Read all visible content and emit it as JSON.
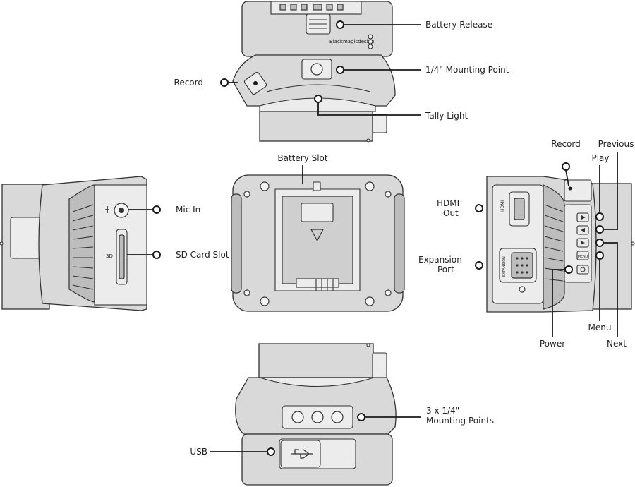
{
  "labels": {
    "battery_release": "Battery Release",
    "mounting_point": "1/4\" Mounting Point",
    "tally_light": "Tally Light",
    "record_top": "Record",
    "battery_slot": "Battery Slot",
    "mic_in": "Mic In",
    "sd_card_slot": "SD Card Slot",
    "record_right": "Record",
    "previous": "Previous",
    "play": "Play",
    "hdmi_out_line1": "HDMI",
    "hdmi_out_line2": "Out",
    "expansion_port_line1": "Expansion",
    "expansion_port_line2": "Port",
    "power": "Power",
    "menu": "Menu",
    "next": "Next",
    "mounting_points_line1": "3 x 1/4\"",
    "mounting_points_line2": "Mounting Points",
    "usb": "USB"
  },
  "device_text": {
    "brand": "Blackmagicdesign",
    "sd": "SD",
    "hdmi": "HDMI",
    "expansion": "EXPANSION",
    "menu_key": "MENU"
  },
  "colors": {
    "body": "#d9d9d9",
    "outline": "#333333",
    "callout": "#1a1a1a"
  }
}
